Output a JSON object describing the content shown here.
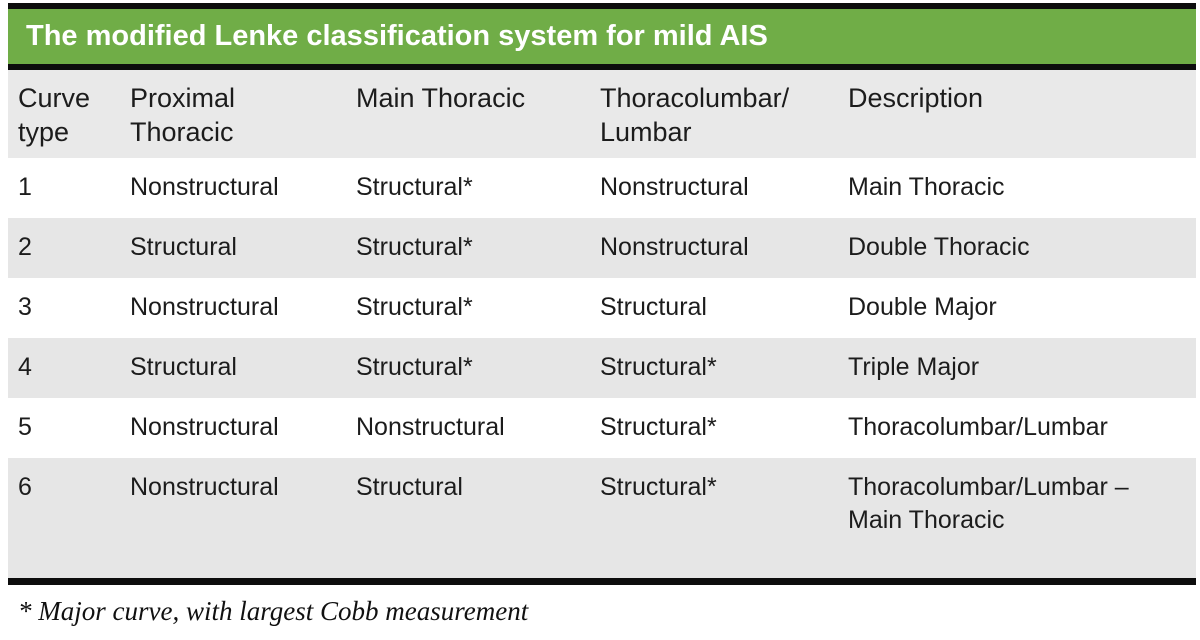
{
  "title_bar": {
    "text": "The modified Lenke classification system for mild AIS",
    "background_color": "#70ad47",
    "text_color": "#ffffff"
  },
  "table": {
    "header": [
      {
        "label": "Curve type",
        "line1": "Curve",
        "line2": "type"
      },
      {
        "label": "Proximal Thoracic",
        "line1": "Proximal",
        "line2": "Thoracic"
      },
      {
        "label": "Main Thoracic",
        "line1": "Main Thoracic",
        "line2": ""
      },
      {
        "label": "Thoracolumbar/Lumbar",
        "line1": "Thoracolumbar/",
        "line2": "Lumbar"
      },
      {
        "label": "Description",
        "line1": "Description",
        "line2": ""
      }
    ],
    "rows": [
      [
        "1",
        "Nonstructural",
        "Structural*",
        "Nonstructural",
        "Main Thoracic"
      ],
      [
        "2",
        "Structural",
        "Structural*",
        "Nonstructural",
        "Double Thoracic"
      ],
      [
        "3",
        "Nonstructural",
        "Structural*",
        "Structural",
        "Double Major"
      ],
      [
        "4",
        "Structural",
        "Structural*",
        "Structural*",
        "Triple Major"
      ],
      [
        "5",
        "Nonstructural",
        "Nonstructural",
        "Structural*",
        "Thoracolumbar/Lumbar"
      ],
      [
        "6",
        "Nonstructural",
        "Structural",
        "Structural*",
        "Thoracolumbar/Lumbar –\nMain Thoracic"
      ]
    ],
    "colors": {
      "header_row_bg": "#e9e9e9",
      "band_row_bg": "#e6e6e6",
      "plain_row_bg": "#ffffff",
      "rule_color": "#0d0d0d",
      "text_color": "#1c1c1c"
    }
  },
  "footnote": "* Major curve, with largest Cobb measurement"
}
